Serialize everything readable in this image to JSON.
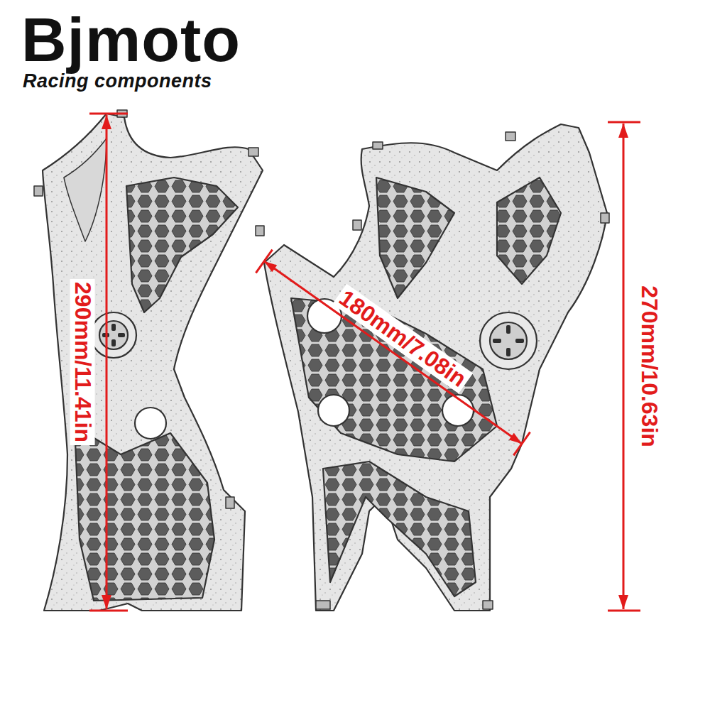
{
  "diagram": {
    "labels": [
      "Bjmoto",
      "Racing components",
      "290mm/11.41in",
      "180mm/7.08in",
      "270mm/10.63in"
    ]
  }
}
